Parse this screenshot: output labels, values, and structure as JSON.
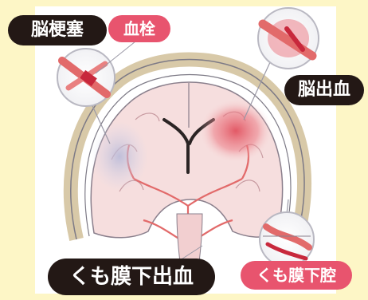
{
  "labels": {
    "cerebral_infarction": "脳梗塞",
    "thrombus": "血栓",
    "cerebral_hemorrhage": "脳出血",
    "subarachnoid_hemorrhage": "くも膜下出血",
    "subarachnoid_space": "くも膜下腔"
  },
  "colors": {
    "background": "#fdf6c6",
    "label_dark": "#231815",
    "label_pink": "#e8546e",
    "brain_fill": "#f6dede",
    "vessel": "#e26a6a",
    "bleed": "#e04a58"
  }
}
